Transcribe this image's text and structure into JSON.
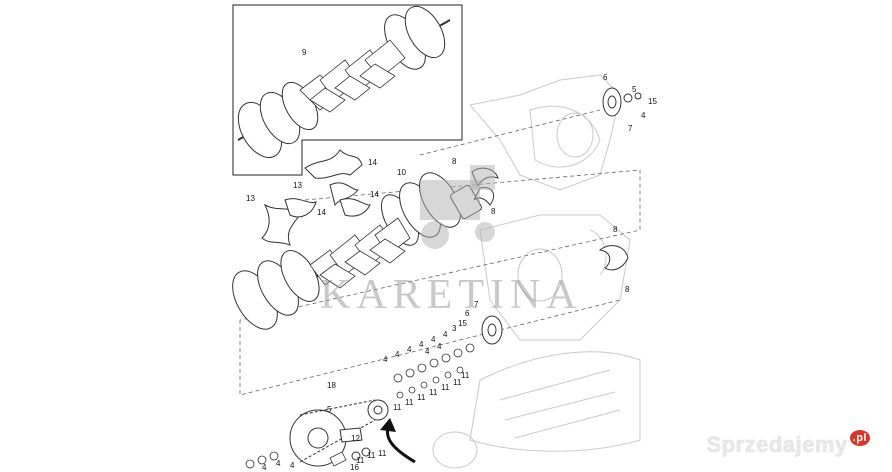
{
  "watermark": "KARETINA",
  "site_stamp": {
    "name": "Sprzedajemy",
    "tld": ".pl"
  },
  "callouts": [
    {
      "id": "c9",
      "text": "9"
    },
    {
      "id": "c6a",
      "text": "6"
    },
    {
      "id": "c5a",
      "text": "5"
    },
    {
      "id": "c15a",
      "text": "15"
    },
    {
      "id": "c4a",
      "text": "4"
    },
    {
      "id": "c7a",
      "text": "7"
    },
    {
      "id": "c14a",
      "text": "14"
    },
    {
      "id": "c8a",
      "text": "8"
    },
    {
      "id": "c10",
      "text": "10"
    },
    {
      "id": "c8b",
      "text": "8"
    },
    {
      "id": "c13a",
      "text": "13"
    },
    {
      "id": "c13b",
      "text": "13"
    },
    {
      "id": "c14b",
      "text": "14"
    },
    {
      "id": "c14c",
      "text": "14"
    },
    {
      "id": "c8c",
      "text": "8"
    },
    {
      "id": "c8d",
      "text": "8"
    },
    {
      "id": "c7b",
      "text": "7"
    },
    {
      "id": "c6b",
      "text": "6"
    },
    {
      "id": "c15b",
      "text": "15"
    },
    {
      "id": "c3",
      "text": "3"
    },
    {
      "id": "c18",
      "text": "18"
    },
    {
      "id": "c5b",
      "text": "5"
    },
    {
      "id": "c12",
      "text": "12"
    },
    {
      "id": "c16",
      "text": "16"
    },
    {
      "id": "c4r1",
      "text": "4"
    },
    {
      "id": "c4r2",
      "text": "4"
    },
    {
      "id": "c4r3",
      "text": "4"
    },
    {
      "id": "c4r4",
      "text": "4"
    },
    {
      "id": "c4r5",
      "text": "4"
    },
    {
      "id": "c4r6",
      "text": "4"
    },
    {
      "id": "c4r7",
      "text": "4"
    },
    {
      "id": "c4r8",
      "text": "4"
    },
    {
      "id": "c11r1",
      "text": "11"
    },
    {
      "id": "c11r2",
      "text": "11"
    },
    {
      "id": "c11r3",
      "text": "11"
    },
    {
      "id": "c11r4",
      "text": "11"
    },
    {
      "id": "c11r5",
      "text": "11"
    },
    {
      "id": "c11r6",
      "text": "11"
    },
    {
      "id": "c11r7",
      "text": "11"
    },
    {
      "id": "c11b1",
      "text": "11"
    },
    {
      "id": "c11b2",
      "text": "11"
    },
    {
      "id": "c11b3",
      "text": "11"
    },
    {
      "id": "c4b1",
      "text": "4"
    },
    {
      "id": "c4b2",
      "text": "4"
    },
    {
      "id": "c4b3",
      "text": "4"
    }
  ]
}
